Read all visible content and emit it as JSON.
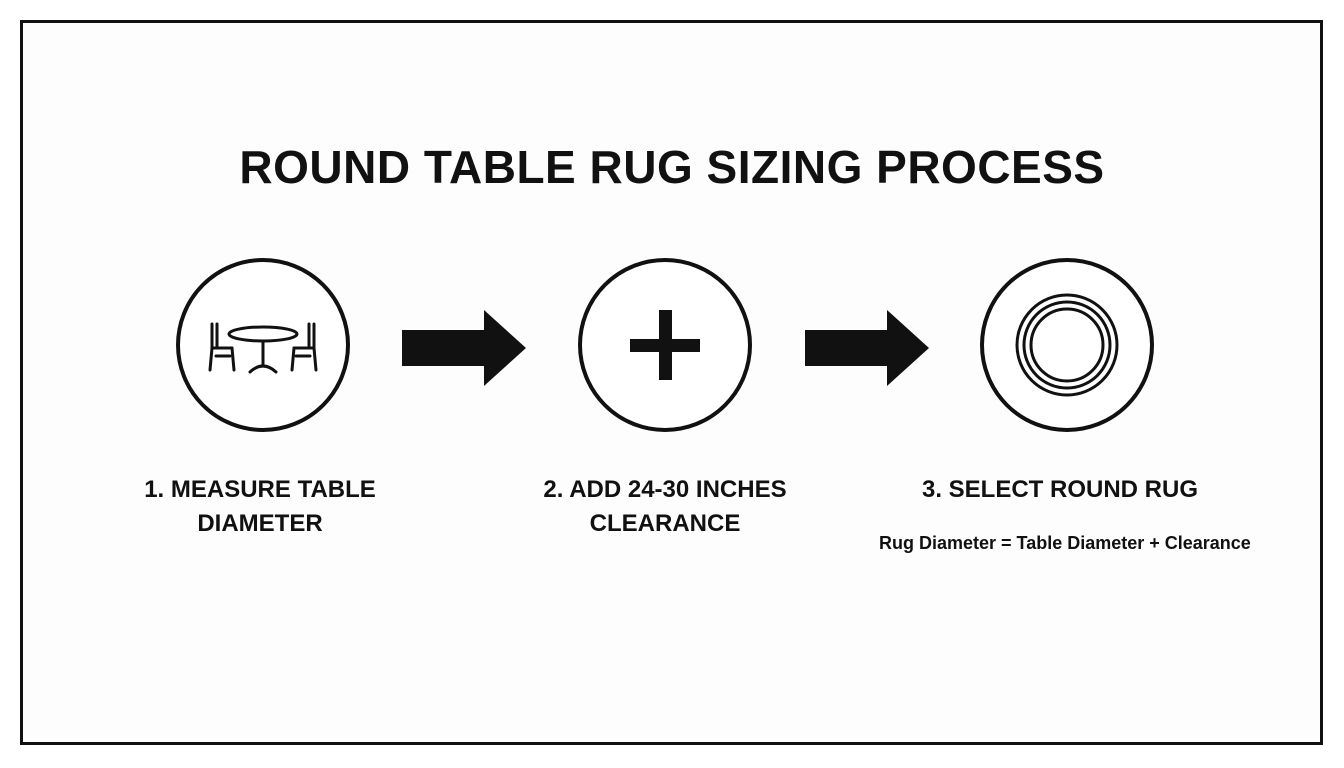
{
  "title": "ROUND TABLE RUG SIZING PROCESS",
  "steps": [
    {
      "label": "1. MEASURE TABLE\nDIAMETER",
      "icon": "dining-table-icon"
    },
    {
      "label": "2. ADD 24-30 INCHES\nCLEARANCE",
      "icon": "plus-icon"
    },
    {
      "label": "3. SELECT ROUND RUG",
      "icon": "round-rug-icon"
    }
  ],
  "formula": "Rug Diameter = Table Diameter + Clearance",
  "colors": {
    "ink": "#111111",
    "background": "#ffffff"
  }
}
